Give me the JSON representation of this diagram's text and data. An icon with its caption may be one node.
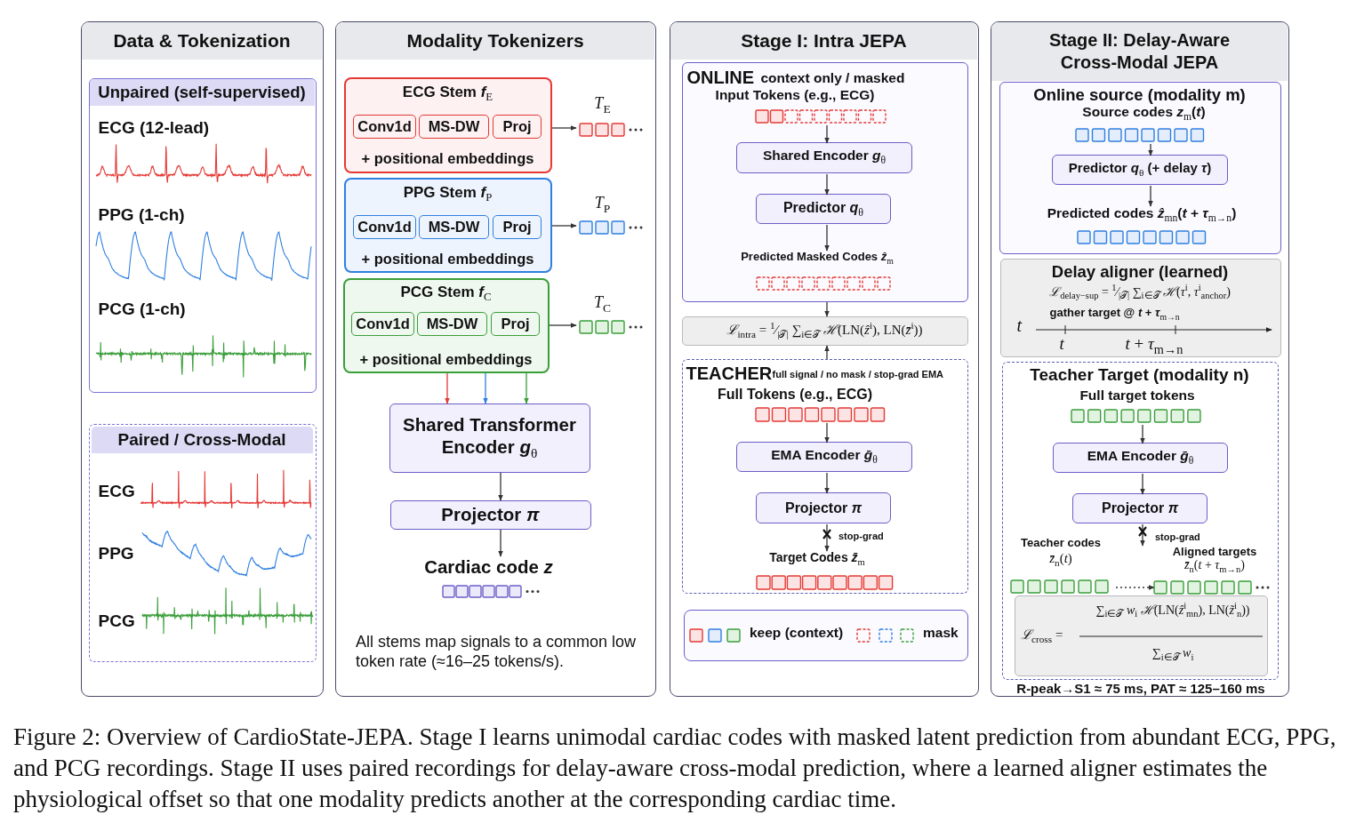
{
  "diagram": {
    "caption": "Figure 2: Overview of CardioState-JEPA. Stage I learns unimodal cardiac codes with masked latent prediction from abundant ECG, PPG, and PCG recordings. Stage II uses paired recordings for delay-aware cross-modal prediction, where a learned aligner estimates the physiological offset so that one modality predicts another at the corresponding cardiac time.",
    "nodes": [
      {
        "text": [
          "Data & Tokenization"
        ]
      },
      {
        "text": [
          "Unpaired (self-supervised)",
          "ECG (12-lead)",
          "PPG (1-ch)",
          "PCG (1-ch)"
        ],
        "in": 0
      },
      {
        "text": [
          "Paired / Cross-Modal",
          "ECG",
          "PPG",
          "PCG"
        ],
        "in": 0
      },
      {
        "text": [
          "Modality Tokenizers"
        ]
      },
      {
        "text": [
          "ECG Stem *f*$_{E}$",
          "+ positional embeddings"
        ],
        "in": 3
      },
      {
        "text": [
          "Conv1d"
        ],
        "in": 4
      },
      {
        "text": [
          "MS-DW"
        ],
        "in": 4
      },
      {
        "text": [
          "Proj"
        ],
        "in": 4
      },
      {
        "text": [
          "PPG Stem *f*$_{P}$",
          "+ positional embeddings"
        ],
        "in": 3
      },
      {
        "text": [
          "Conv1d"
        ],
        "in": 8
      },
      {
        "text": [
          "MS-DW"
        ],
        "in": 8
      },
      {
        "text": [
          "Proj"
        ],
        "in": 8
      },
      {
        "text": [
          "PCG Stem *f*$_{C}$",
          "+ positional embeddings"
        ],
        "in": 3
      },
      {
        "text": [
          "Conv1d"
        ],
        "in": 12
      },
      {
        "text": [
          "MS-DW"
        ],
        "in": 12
      },
      {
        "text": [
          "Proj"
        ],
        "in": 12
      },
      {
        "text": [
          "*T*$_{E}$"
        ],
        "in": 3
      },
      {
        "text": [
          "*T*$_{P}$"
        ],
        "in": 3
      },
      {
        "text": [
          "*T*$_{C}$"
        ],
        "in": 3
      },
      {
        "text": [
          "Shared Transformer Encoder *g*$_{θ}$"
        ],
        "in": 3
      },
      {
        "text": [
          "Projector *π*"
        ],
        "in": 3
      },
      {
        "text": [
          "Cardiac code *z*"
        ],
        "in": 3
      },
      {
        "text": [
          "Stage I: Intra JEPA"
        ]
      },
      {
        "text": [
          "ONLINE",
          "context only / masked"
        ],
        "in": 22
      },
      {
        "text": [
          "Input Tokens (e.g., ECG)"
        ],
        "in": 23
      },
      {
        "text": [
          "Shared Encoder *g*$_{θ}$"
        ],
        "in": 23
      },
      {
        "text": [
          "Predictor *q*$_{θ}$"
        ],
        "in": 23
      },
      {
        "text": [
          "Predicted Masked Codes *ẑ*$_{m}$"
        ],
        "in": 23
      },
      {
        "text": [
          "*ℒ*$_{intra}$ = $^{1}$⁄$_{|𝒯|}$ ∑$_{i∈𝒯}$ *ℋ*(LN(*ẑ*$^{i}$), LN(*z̄*$^{i}$))"
        ],
        "in": 22
      },
      {
        "text": [
          "TEACHER",
          "full signal / no mask / stop-grad EMA"
        ],
        "in": 22
      },
      {
        "text": [
          "Full Tokens (e.g., ECG)"
        ],
        "in": 29
      },
      {
        "text": [
          "EMA Encoder *ḡ*$_{θ}$"
        ],
        "in": 29
      },
      {
        "text": [
          "Projector *π*"
        ],
        "in": 29
      },
      {
        "text": [
          "Target Codes *z̄*$_{m}$"
        ],
        "in": 29
      },
      {
        "text": [
          "Stage II: Delay-Aware Cross-Modal JEPA"
        ]
      },
      {
        "text": [
          "Online source (modality m)"
        ],
        "in": 34
      },
      {
        "text": [
          "Source codes *z*$_{m}$(*t*)"
        ],
        "in": 35
      },
      {
        "text": [
          "Predictor *q*$_{θ}$ (+ delay *τ*)"
        ],
        "in": 35
      },
      {
        "text": [
          "Predicted codes *ẑ*$_{mn}$(*t* + *τ*$_{m→n}$)"
        ],
        "in": 35
      },
      {
        "text": [
          "Delay aligner (learned)",
          "*ℒ*$_{delay−sup}$ = $^{1}$⁄$_{|𝒯|}$ ∑$_{i∈𝒯}$ *ℋ*(*τ*$^{i}$, *τ*$^{i}$$_{anchor}$)",
          "gather target @ *t* + *τ*$_{m→n}$",
          "*t*",
          "*t*",
          "*t* + *τ*$_{m→n}$"
        ],
        "in": 34
      },
      {
        "text": [
          "Teacher Target (modality n)"
        ],
        "in": 34
      },
      {
        "text": [
          "Full target tokens"
        ],
        "in": 40
      },
      {
        "text": [
          "EMA Encoder *ḡ*$_{θ}$"
        ],
        "in": 40
      },
      {
        "text": [
          "Projector *π*"
        ],
        "in": 40
      },
      {
        "text": [
          "Teacher codes",
          "*z̄*$_{n}$(*t*)"
        ],
        "in": 40
      },
      {
        "text": [
          "Aligned targets",
          "*z̄*$_{n}$(*t* + *τ*$_{m→n}$)"
        ],
        "in": 40
      },
      {
        "text": [
          "*ℒ*$_{cross}$ =",
          "∑$_{i∈𝒯}$ *w*$_{i}$ *ℋ*(LN(*ẑ*$^{i}$$_{mn}$), LN(*z̃*$^{i}$$_{n}$))",
          "∑$_{i∈𝒯}$ *w*$_{i}$"
        ],
        "in": 40
      }
    ],
    "edges": [
      {
        "from": 4,
        "to": 16,
        "arrow": "to"
      },
      {
        "from": 8,
        "to": 17,
        "arrow": "to"
      },
      {
        "from": 12,
        "to": 18,
        "arrow": "to"
      },
      {
        "from": 12,
        "to": 19,
        "arrow": "to",
        "color": "#e53935"
      },
      {
        "from": 12,
        "to": 19,
        "arrow": "to",
        "color": "#2f7fe0"
      },
      {
        "from": 12,
        "to": 19,
        "arrow": "to",
        "color": "#3a9e3a"
      },
      {
        "from": 19,
        "to": 20,
        "arrow": "to"
      },
      {
        "from": 20,
        "to": 21,
        "arrow": "to"
      },
      {
        "from": 24,
        "to": 25,
        "arrow": "to"
      },
      {
        "from": 25,
        "to": 26,
        "arrow": "to"
      },
      {
        "from": 26,
        "to": 27,
        "arrow": "to"
      },
      {
        "from": 23,
        "to": 28,
        "arrow": "to"
      },
      {
        "from": 29,
        "to": 28,
        "arrow": "to"
      },
      {
        "from": 30,
        "to": 31,
        "arrow": "to"
      },
      {
        "from": 31,
        "to": 32,
        "arrow": "to"
      },
      {
        "from": 32,
        "to": 33,
        "arrow": "to",
        "label": "stop-grad"
      },
      {
        "from": 36,
        "to": 37,
        "arrow": "to"
      },
      {
        "from": 37,
        "to": 38,
        "arrow": "to"
      },
      {
        "from": 41,
        "to": 42,
        "arrow": "to"
      },
      {
        "from": 42,
        "to": 43,
        "arrow": "to"
      },
      {
        "from": 43,
        "to": 45,
        "arrow": "to",
        "label": "stop-grad"
      },
      {
        "from": 44,
        "to": 45,
        "arrow": "to",
        "style": "dashed"
      }
    ],
    "labels": [
      "All stems map signals to a common low token rate (≈16–25 tokens/s).",
      "R-peak→S1 ≈ 75 ms, PAT ≈ 125–160 ms"
    ],
    "legend": [
      {
        "text": "keep (context)"
      },
      {
        "text": "mask"
      }
    ]
  }
}
